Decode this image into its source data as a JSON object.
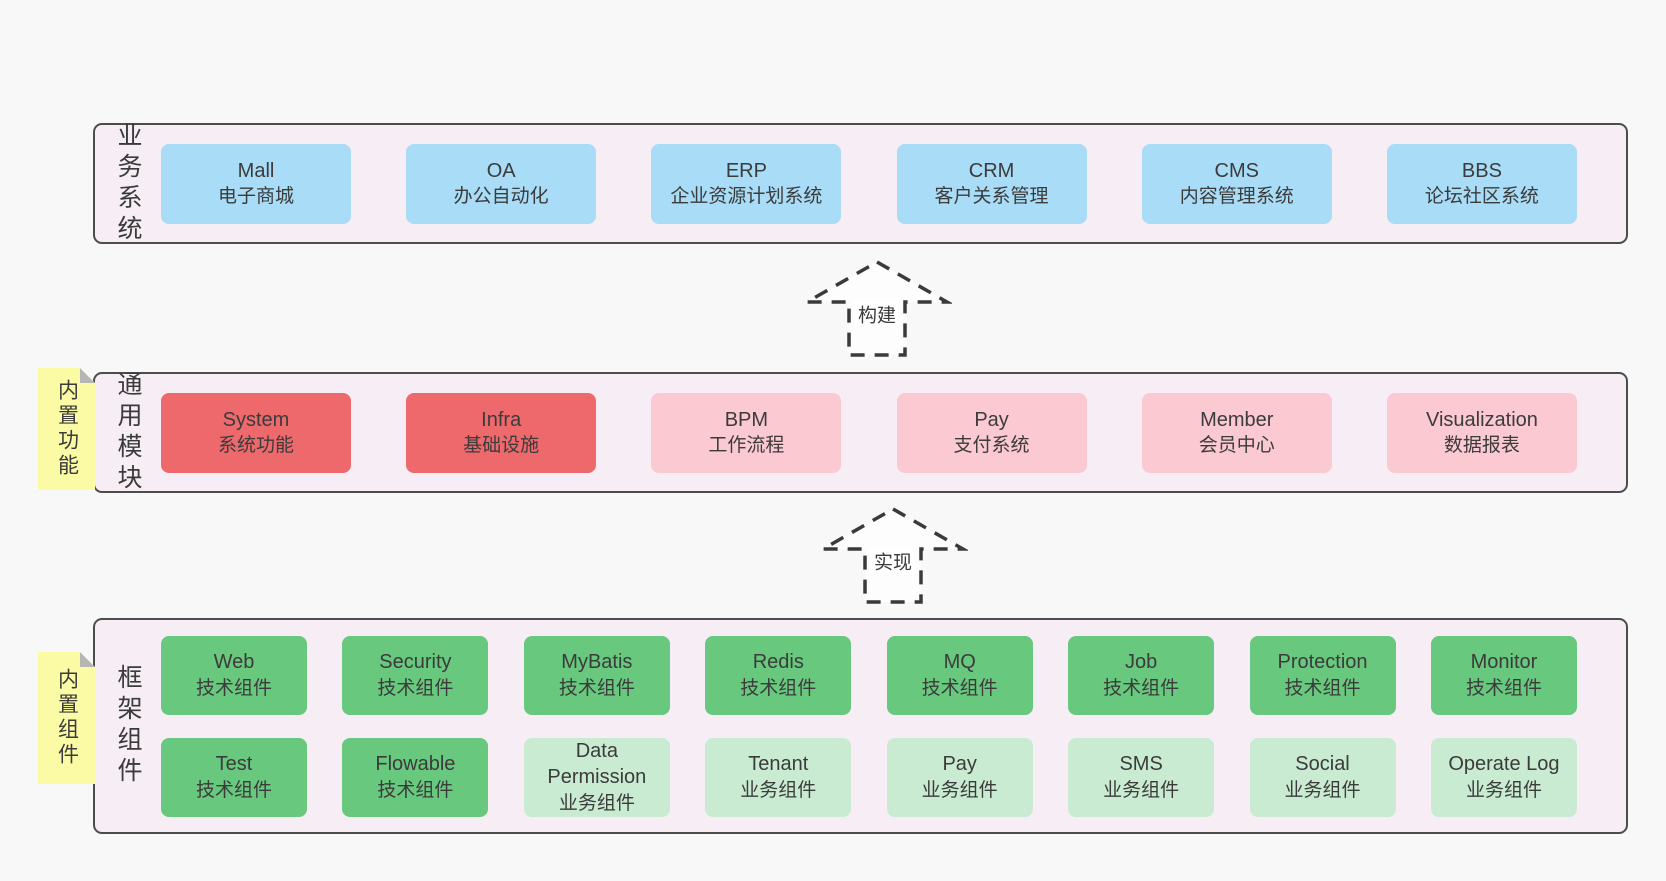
{
  "colors": {
    "page_bg": "#f8f8f8",
    "band_bg": "#f7edf5",
    "band_border": "#4d4d4d",
    "box_blue": "#a9dcf6",
    "box_red": "#ee696c",
    "box_pink": "#fbc9d2",
    "box_green": "#68c87e",
    "box_green_light": "#c9ebd1",
    "sticky_yellow": "#fbfba5",
    "sticky_fold": "#b5b5b5",
    "text": "#3b3b3b",
    "arrow_stroke": "#3a3a3a"
  },
  "arrows": [
    {
      "label": "构建"
    },
    {
      "label": "实现"
    }
  ],
  "bands": [
    {
      "id": "business-systems",
      "label": "业务系统",
      "boxes": [
        {
          "title": "Mall",
          "subtitle": "电子商城",
          "color": "blue"
        },
        {
          "title": "OA",
          "subtitle": "办公自动化",
          "color": "blue"
        },
        {
          "title": "ERP",
          "subtitle": "企业资源计划系统",
          "color": "blue"
        },
        {
          "title": "CRM",
          "subtitle": "客户关系管理",
          "color": "blue"
        },
        {
          "title": "CMS",
          "subtitle": "内容管理系统",
          "color": "blue"
        },
        {
          "title": "BBS",
          "subtitle": "论坛社区系统",
          "color": "blue"
        }
      ]
    },
    {
      "id": "common-modules",
      "label": "通用模块",
      "sticky": "内置功能",
      "boxes": [
        {
          "title": "System",
          "subtitle": "系统功能",
          "color": "red"
        },
        {
          "title": "Infra",
          "subtitle": "基础设施",
          "color": "red"
        },
        {
          "title": "BPM",
          "subtitle": "工作流程",
          "color": "pink"
        },
        {
          "title": "Pay",
          "subtitle": "支付系统",
          "color": "pink"
        },
        {
          "title": "Member",
          "subtitle": "会员中心",
          "color": "pink"
        },
        {
          "title": "Visualization",
          "subtitle": "数据报表",
          "color": "pink"
        }
      ]
    },
    {
      "id": "framework-components",
      "label": "框架组件",
      "sticky": "内置组件",
      "rows": [
        [
          {
            "title": "Web",
            "subtitle": "技术组件",
            "color": "green"
          },
          {
            "title": "Security",
            "subtitle": "技术组件",
            "color": "green"
          },
          {
            "title": "MyBatis",
            "subtitle": "技术组件",
            "color": "green"
          },
          {
            "title": "Redis",
            "subtitle": "技术组件",
            "color": "green"
          },
          {
            "title": "MQ",
            "subtitle": "技术组件",
            "color": "green"
          },
          {
            "title": "Job",
            "subtitle": "技术组件",
            "color": "green"
          },
          {
            "title": "Protection",
            "subtitle": "技术组件",
            "color": "green"
          },
          {
            "title": "Monitor",
            "subtitle": "技术组件",
            "color": "green"
          }
        ],
        [
          {
            "title": "Test",
            "subtitle": "技术组件",
            "color": "green"
          },
          {
            "title": "Flowable",
            "subtitle": "技术组件",
            "color": "green"
          },
          {
            "title": "Data Permission",
            "subtitle": "业务组件",
            "color": "green-light"
          },
          {
            "title": "Tenant",
            "subtitle": "业务组件",
            "color": "green-light"
          },
          {
            "title": "Pay",
            "subtitle": "业务组件",
            "color": "green-light"
          },
          {
            "title": "SMS",
            "subtitle": "业务组件",
            "color": "green-light"
          },
          {
            "title": "Social",
            "subtitle": "业务组件",
            "color": "green-light"
          },
          {
            "title": "Operate Log",
            "subtitle": "业务组件",
            "color": "green-light"
          }
        ]
      ]
    }
  ]
}
